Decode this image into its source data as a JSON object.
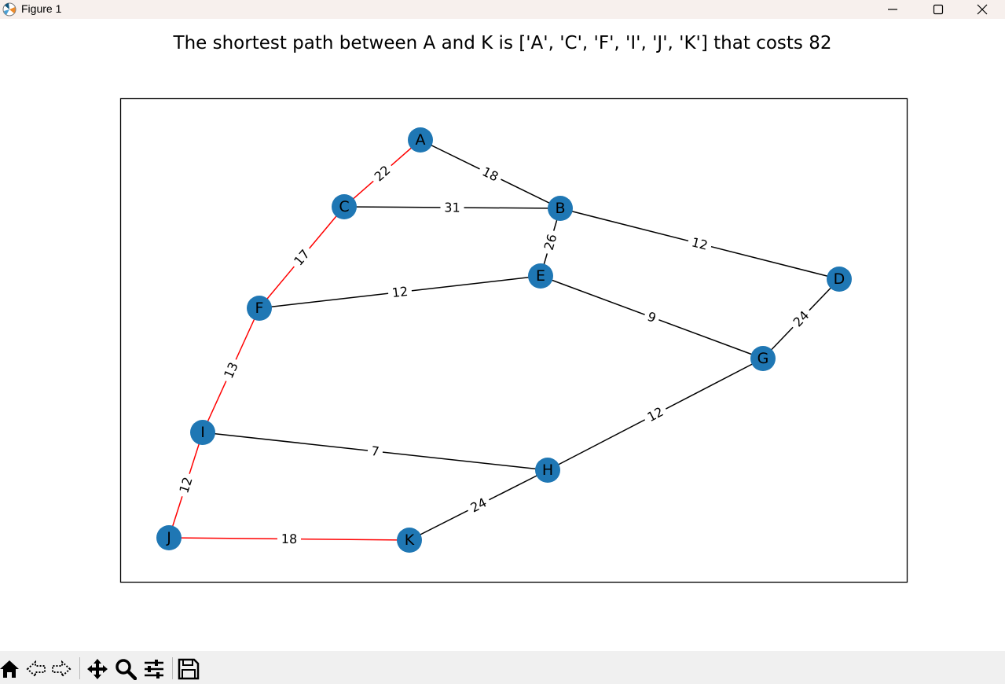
{
  "window": {
    "title": "Figure 1",
    "icon": "matplotlib-icon",
    "controls": [
      "minimize-icon",
      "maximize-icon",
      "close-icon"
    ]
  },
  "figure": {
    "title": "The shortest path between A and K is ['A', 'C', 'F', 'I', 'J', 'K'] that costs 82"
  },
  "colors": {
    "node": "#1f77b4",
    "edge": "#000000",
    "path_edge": "#ff0000"
  },
  "chart_data": {
    "type": "graph",
    "nodes": [
      "A",
      "B",
      "C",
      "D",
      "E",
      "F",
      "G",
      "H",
      "I",
      "J",
      "K"
    ],
    "edges": [
      {
        "from": "A",
        "to": "C",
        "weight": 22,
        "on_path": true
      },
      {
        "from": "A",
        "to": "B",
        "weight": 18,
        "on_path": false
      },
      {
        "from": "C",
        "to": "B",
        "weight": 31,
        "on_path": false
      },
      {
        "from": "B",
        "to": "E",
        "weight": 26,
        "on_path": false
      },
      {
        "from": "B",
        "to": "D",
        "weight": 12,
        "on_path": false
      },
      {
        "from": "C",
        "to": "F",
        "weight": 17,
        "on_path": true
      },
      {
        "from": "F",
        "to": "E",
        "weight": 12,
        "on_path": false
      },
      {
        "from": "E",
        "to": "G",
        "weight": 9,
        "on_path": false
      },
      {
        "from": "D",
        "to": "G",
        "weight": 24,
        "on_path": false
      },
      {
        "from": "F",
        "to": "I",
        "weight": 13,
        "on_path": true
      },
      {
        "from": "G",
        "to": "H",
        "weight": 12,
        "on_path": false
      },
      {
        "from": "I",
        "to": "H",
        "weight": 7,
        "on_path": false
      },
      {
        "from": "I",
        "to": "J",
        "weight": 12,
        "on_path": true
      },
      {
        "from": "H",
        "to": "K",
        "weight": 24,
        "on_path": false
      },
      {
        "from": "J",
        "to": "K",
        "weight": 18,
        "on_path": true
      }
    ],
    "path": [
      "A",
      "C",
      "F",
      "I",
      "J",
      "K"
    ],
    "cost": 82
  },
  "toolbar": {
    "tools": [
      "home-icon",
      "back-icon",
      "forward-icon",
      "pan-icon",
      "zoom-icon",
      "configure-subplots-icon",
      "save-icon"
    ]
  }
}
